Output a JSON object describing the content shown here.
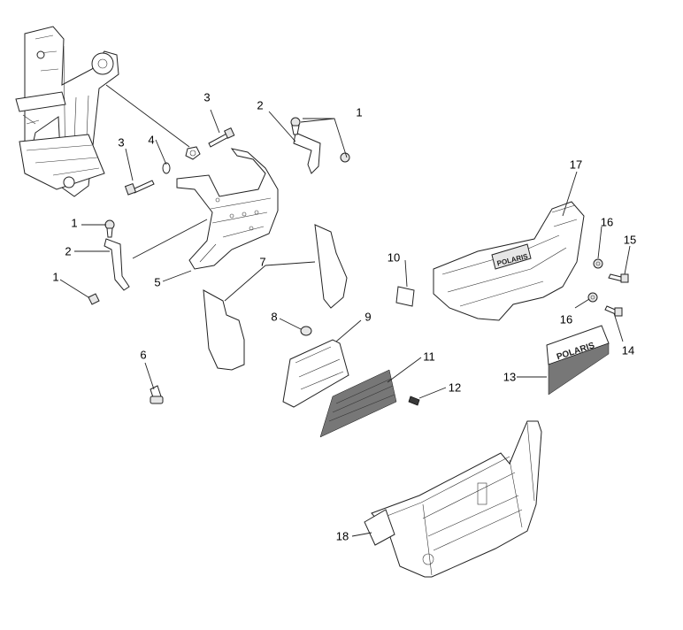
{
  "diagram": {
    "callouts": [
      {
        "id": "c1a",
        "label": "1"
      },
      {
        "id": "c2a",
        "label": "2"
      },
      {
        "id": "c3a",
        "label": "3"
      },
      {
        "id": "c3b",
        "label": "3"
      },
      {
        "id": "c4",
        "label": "4"
      },
      {
        "id": "c1b",
        "label": "1"
      },
      {
        "id": "c2b",
        "label": "2"
      },
      {
        "id": "c1c",
        "label": "1"
      },
      {
        "id": "c5",
        "label": "5"
      },
      {
        "id": "c7",
        "label": "7"
      },
      {
        "id": "c6",
        "label": "6"
      },
      {
        "id": "c8",
        "label": "8"
      },
      {
        "id": "c9",
        "label": "9"
      },
      {
        "id": "c10",
        "label": "10"
      },
      {
        "id": "c11",
        "label": "11"
      },
      {
        "id": "c12",
        "label": "12"
      },
      {
        "id": "c13",
        "label": "13"
      },
      {
        "id": "c14",
        "label": "14"
      },
      {
        "id": "c15",
        "label": "15"
      },
      {
        "id": "c16a",
        "label": "16"
      },
      {
        "id": "c16b",
        "label": "16"
      },
      {
        "id": "c17",
        "label": "17"
      },
      {
        "id": "c18",
        "label": "18"
      }
    ],
    "logos": [
      "POLARIS",
      "POLARIS"
    ]
  }
}
